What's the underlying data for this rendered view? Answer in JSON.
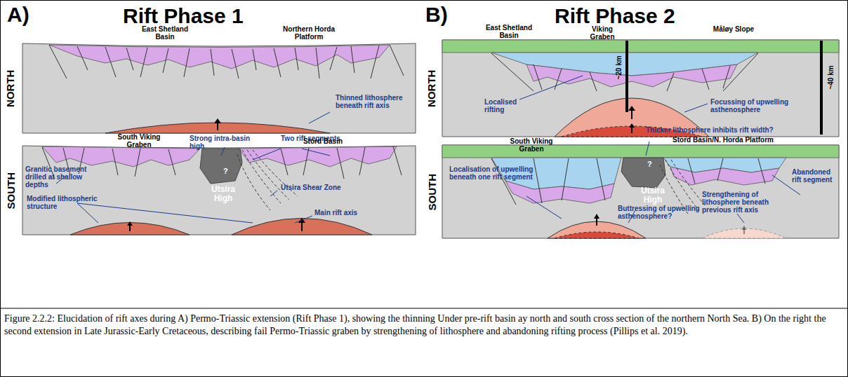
{
  "diagram": {
    "caption": "Figure 2.2.2: Elucidation of rift axes during A) Permo-Triassic extension (Rift Phase 1), showing the thinning Under pre-rift basin ay north and south cross section of the northern North Sea. B) On the right the second extension in Late Jurassic-Early Cretaceous, describing fail Permo-Triassic graben by strengthening of lithosphere and abandoning rifting process (Pillips et al. 2019).",
    "labels": [
      "A)",
      "Rift Phase 1",
      "B)",
      "Rift Phase 2",
      "NORTH",
      "SOUTH",
      "NORTH",
      "SOUTH",
      "East Shetland Basin",
      "Northern Horda Platform",
      "Thinned lithosphere beneath rift axis",
      "Strong intra-basin high",
      "Two rift segments",
      "South Viking Graben",
      "Stord Basin",
      "Granitic basement drilled at shallow depths",
      "?",
      "Utsira High",
      "Utsira Shear Zone",
      "Modified lithospheric structure",
      "Main rift axis",
      "East Shetland Basin",
      "Viking Graben",
      "Måløy Slope",
      "~20 km",
      "~40 km",
      "Localised rifting",
      "Focussing of upwelling asthenosphere",
      "Thicker lithosphere inhibits rift width?",
      "South Viking Graben",
      "Stord Basin/N. Horda Platform",
      "?",
      "Utsira High",
      "Localisation of upwelling beneath one rift segment",
      "Abandoned rift segment",
      "Buttressing of upwelling asthenosphere?",
      "Strengthening of lithosphere beneath previous rift axis"
    ]
  }
}
